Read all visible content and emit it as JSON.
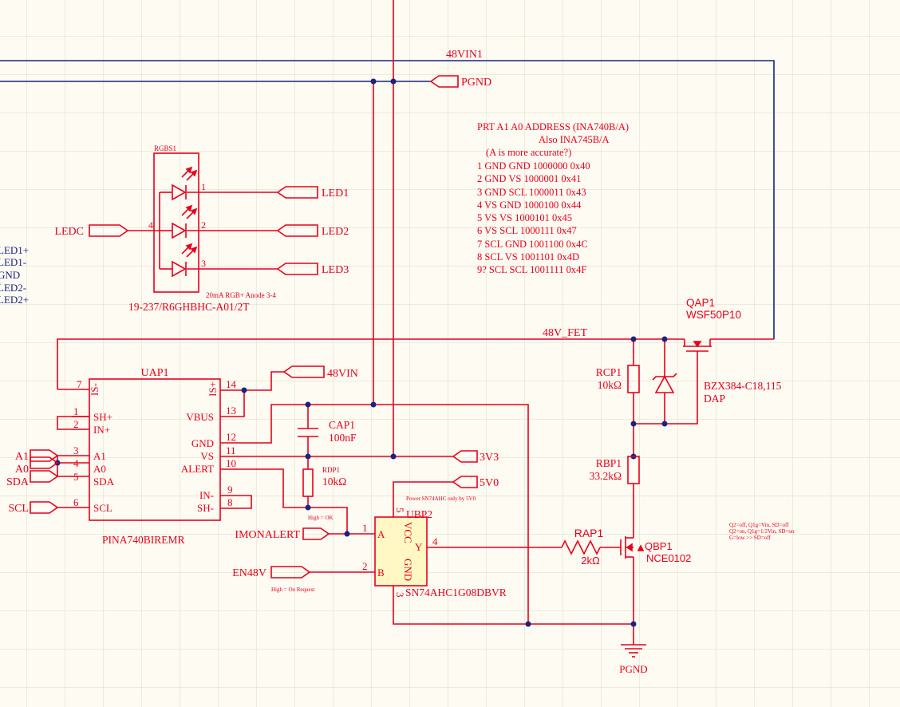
{
  "colors": {
    "wire": "#e8001a",
    "bus": "#1a237e",
    "background": "#fdfbf2",
    "grid": "#ddd9cb",
    "junction": "#1a237e"
  },
  "nets": {
    "v48_in1": "48VIN1",
    "pgnd": "PGND",
    "v48_fet": "48V_FET",
    "v48_in": "48VIN",
    "v3v3": "3V3",
    "v5v0": "5V0",
    "pgnd_bottom": "PGND",
    "led1": "LED1",
    "led2": "LED2",
    "led3": "LED3",
    "ledc": "LEDC",
    "a1": "A1",
    "a0": "A0",
    "sda": "SDA",
    "scl": "SCL",
    "imonalert": "IMONALERT",
    "en48v": "EN48V"
  },
  "connector_fragments": [
    "LED1+",
    "LED1-",
    "GND",
    "LED2-",
    "LED2+"
  ],
  "address_note": {
    "heading": "PRT A1 A0  ADDRESS (INA740B/A)",
    "line2": "Also INA745B/A",
    "line3": "(A is more accurate?)",
    "rows": [
      "1  GND GND 1000000  0x40",
      "2  GND VS  1000001   0x41",
      "3  GND SCL 1000011  0x43",
      "4  VS GND  1000100   0x44",
      "5  VS VS  1000101    0x45",
      "6  VS SCL 1000111    0x47",
      "7  SCL GND 1001100  0x4C",
      "8  SCL VS  1001101   0x4D",
      "9? SCL SCL 1001111  0x4F"
    ]
  },
  "rgb_led": {
    "designator": "RGBS1",
    "part": "19-237/R6GHBHC-A01/2T",
    "note": "20mA RGB+ Anode 3-4",
    "pins": [
      "1",
      "2",
      "3",
      "4"
    ]
  },
  "ina740": {
    "designator": "UAP1",
    "part": "PINA740BIREMR",
    "left_pins": [
      {
        "num": "7",
        "name": "IS-"
      },
      {
        "num": "1",
        "name": "SH+"
      },
      {
        "num": "2",
        "name": "IN+"
      },
      {
        "num": "3",
        "name": "A1"
      },
      {
        "num": "4",
        "name": "A0"
      },
      {
        "num": "5",
        "name": "SDA"
      },
      {
        "num": "6",
        "name": "SCL"
      }
    ],
    "right_pins": [
      {
        "num": "14",
        "name": "IS+"
      },
      {
        "num": "13",
        "name": "VBUS"
      },
      {
        "num": "12",
        "name": "GND"
      },
      {
        "num": "11",
        "name": "VS"
      },
      {
        "num": "10",
        "name": "ALERT"
      },
      {
        "num": "9",
        "name": "IN-"
      },
      {
        "num": "8",
        "name": "SH-"
      }
    ]
  },
  "cap": {
    "designator": "CAP1",
    "value": "100nF"
  },
  "rdp1": {
    "designator": "RDP1",
    "value": "10kΩ",
    "note": "High = OK"
  },
  "gate": {
    "designator": "UBP2",
    "part": "SN74AHC1G08DBVR",
    "note": "Power SN74AHC only by 5V0",
    "pin_a": "A",
    "pin_b": "B",
    "pin_y": "Y",
    "pin_vcc": "VCC",
    "pin_gnd": "GND",
    "num_1": "1",
    "num_2": "2",
    "num_3": "3",
    "num_4": "4",
    "num_5": "5"
  },
  "en_note": "High = On Request",
  "rcp1": {
    "designator": "RCP1",
    "value": "10kΩ"
  },
  "rbp1": {
    "designator": "RBP1",
    "value": "33.2kΩ"
  },
  "rap1": {
    "designator": "RAP1",
    "value": "2kΩ"
  },
  "qap1": {
    "designator": "QAP1",
    "part": "WSF50P10"
  },
  "zener": {
    "part": "BZX384-C18,115",
    "package": "DAP"
  },
  "qbp1": {
    "designator": "QBP1",
    "part": "NCE0102"
  },
  "fet_note": [
    "Q2=off, Q1g=Vin, SD=off",
    "Q2=on, Q1g=1/2Vin, SD=on",
    "G=low >> SD=off"
  ]
}
